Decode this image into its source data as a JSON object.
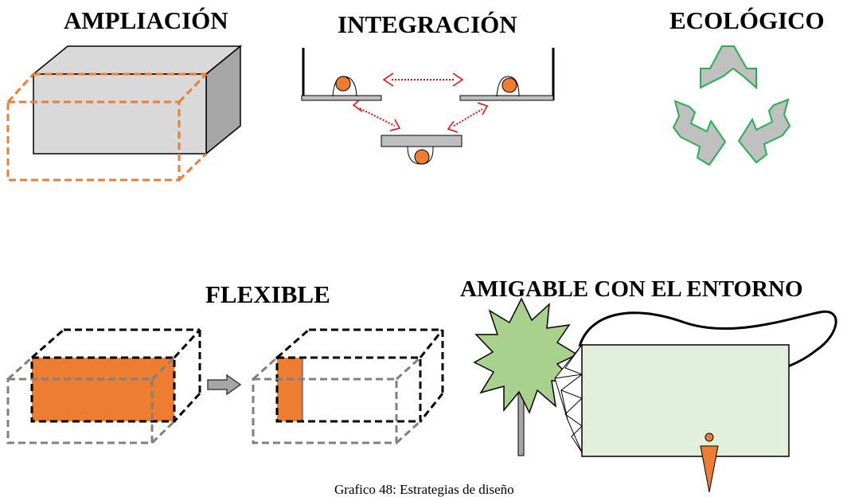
{
  "titles": {
    "ampliacion": "AMPLIACIÓN",
    "integracion": "INTEGRACIÓN",
    "ecologico": "ECOLÓGICO",
    "flexible": "FLEXIBLE",
    "amigable": "AMIGABLE CON EL ENTORNO"
  },
  "caption": "Grafico 48: Estrategias de diseño",
  "colors": {
    "orange": "#ed7d31",
    "gray_box": "#d9d9d9",
    "dark_side": "#a6a6a6",
    "red_arrow": "#ff0000",
    "green_outline": "#22b14c",
    "tree_green": "#a9d18e",
    "building_fill": "#e2efda"
  }
}
